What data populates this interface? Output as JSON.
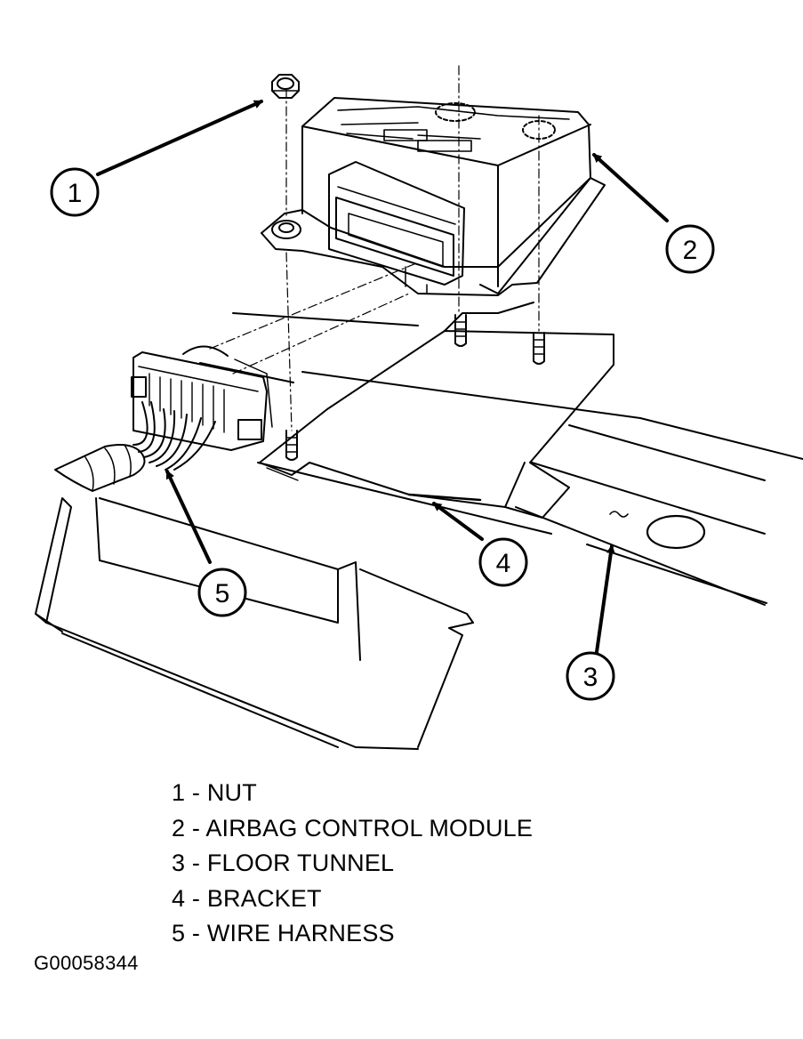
{
  "callouts": [
    "1",
    "2",
    "3",
    "4",
    "5"
  ],
  "legend": [
    {
      "num": "1",
      "sep": " - ",
      "label": "NUT"
    },
    {
      "num": "2",
      "sep": " - ",
      "label": "AIRBAG CONTROL MODULE"
    },
    {
      "num": "3",
      "sep": " - ",
      "label": "FLOOR TUNNEL"
    },
    {
      "num": "4",
      "sep": " - ",
      "label": "BRACKET"
    },
    {
      "num": "5",
      "sep": " - ",
      "label": "WIRE HARNESS"
    }
  ],
  "figure_id": "G00058344"
}
